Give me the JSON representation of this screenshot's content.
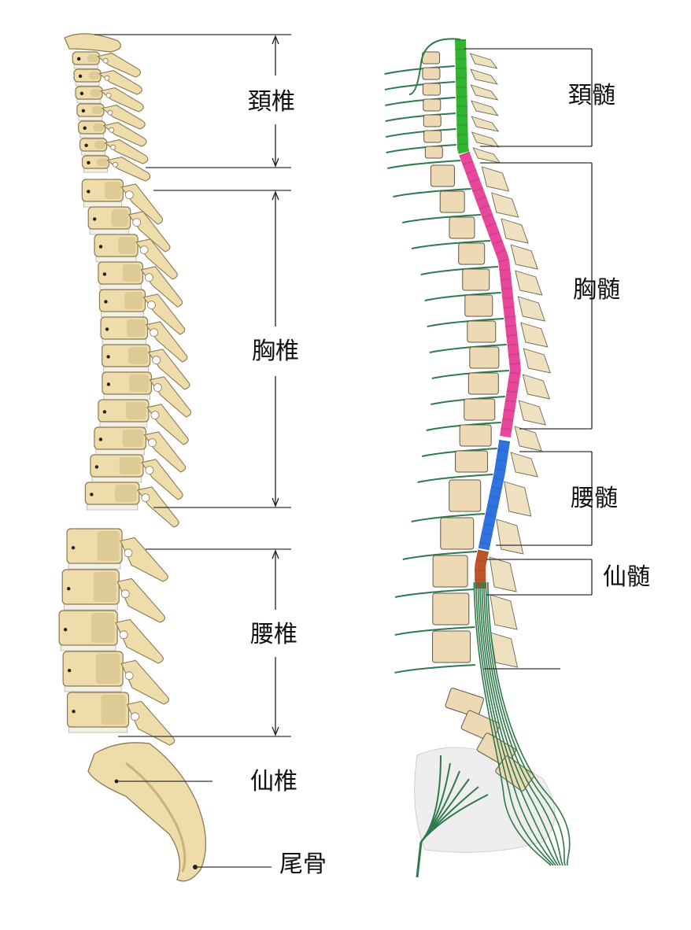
{
  "vertebrae_labels": {
    "cervical": "頚椎",
    "thoracic": "胸椎",
    "lumbar": "腰椎",
    "sacral": "仙椎",
    "coccyx": "尾骨"
  },
  "cord_labels": {
    "cervical": "頚髄",
    "thoracic": "胸髄",
    "lumbar": "腰髄",
    "sacral": "仙髄"
  },
  "colors": {
    "bone": "#eedcaa",
    "bone_outline": "#8a7a55",
    "bone_shadow": "#c9b37a",
    "disc": "#f2efe6",
    "nerve": "#2f7a4a",
    "cervical_cord": "#2fb52f",
    "thoracic_cord": "#e8479b",
    "lumbar_cord": "#2f73e0",
    "sacral_cord": "#c0552a",
    "label_text": "#111111"
  }
}
